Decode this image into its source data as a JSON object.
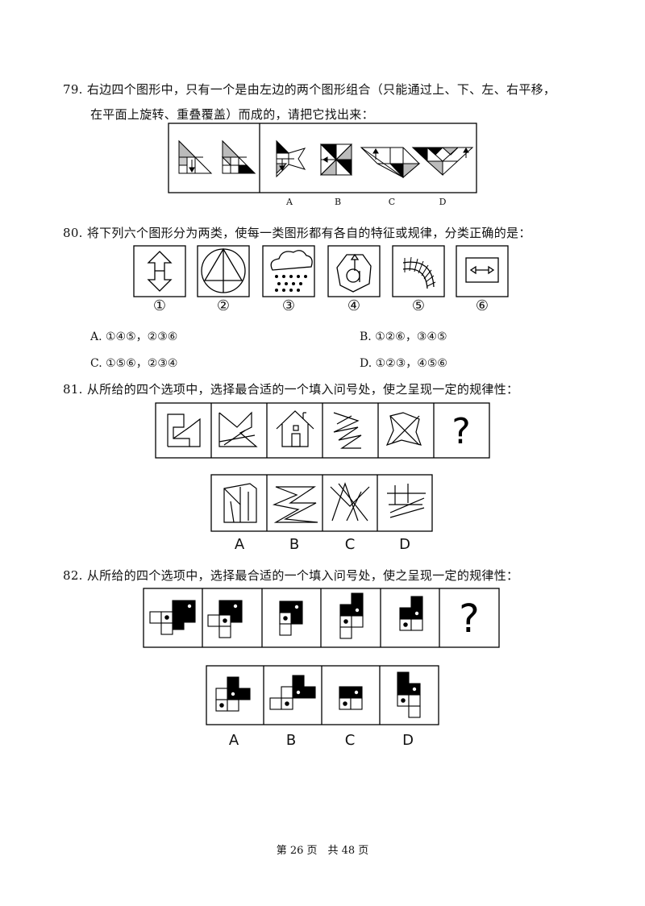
{
  "q79": {
    "line1": "79. 右边四个图形中，只有一个是由左边的两个图形组合（只能通过上、下、左、右平移，",
    "line2": "在平面上旋转、重叠覆盖）而成的，请把它找出来：",
    "labels": [
      "A",
      "B",
      "C",
      "D"
    ]
  },
  "q80": {
    "line1": "80. 将下列六个图形分为两类，使每一类图形都有各自的特征或规律，分类正确的是：",
    "figure_labels": [
      "①",
      "②",
      "③",
      "④",
      "⑤",
      "⑥"
    ],
    "options": {
      "a": "A. ①④⑤，②③⑥",
      "b": "B. ①②⑥，③④⑤",
      "c": "C. ①⑤⑥，②③④",
      "d": "D. ①②③，④⑤⑥"
    }
  },
  "q81": {
    "line1": "81. 从所给的四个选项中，选择最合适的一个填入问号处，使之呈现一定的规律性：",
    "question_mark": "?",
    "labels": [
      "A",
      "B",
      "C",
      "D"
    ]
  },
  "q82": {
    "line1": "82. 从所给的四个选项中，选择最合适的一个填入问号处，使之呈现一定的规律性：",
    "question_mark": "?",
    "labels": [
      "A",
      "B",
      "C",
      "D"
    ]
  },
  "footer": {
    "text": "第 26 页　共 48 页"
  }
}
